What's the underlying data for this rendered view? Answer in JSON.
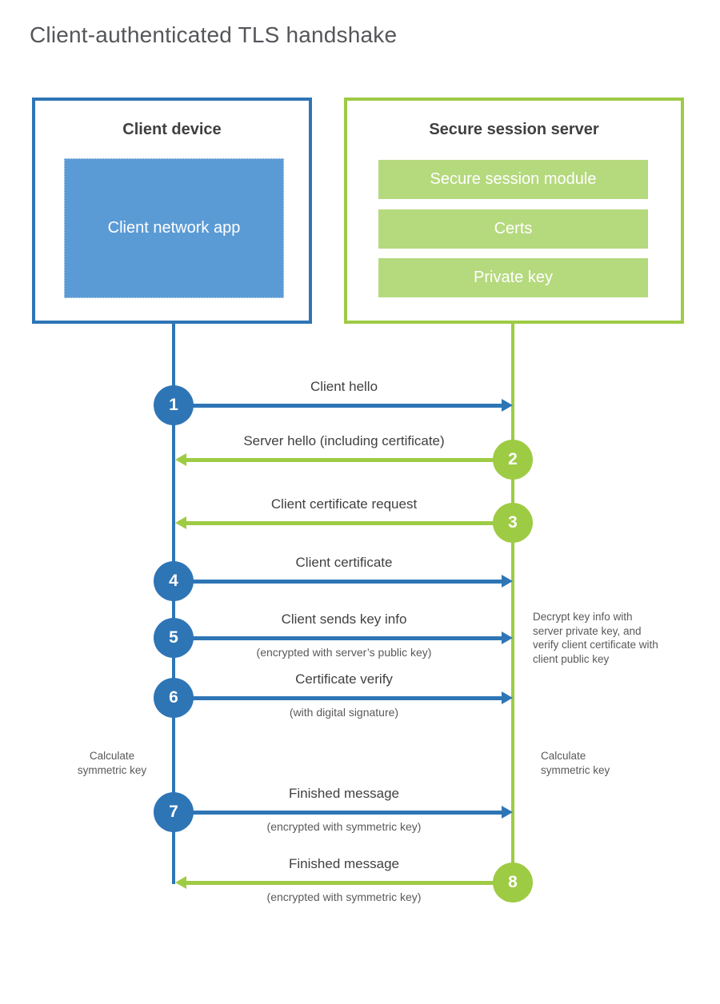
{
  "title": "Client-authenticated TLS handshake",
  "colors": {
    "blue": "#2e75b6",
    "blue_fill": "#5b9bd5",
    "green": "#9ecb44",
    "green_fill": "#b5d97d"
  },
  "client_box": {
    "title": "Client device",
    "app_label": "Client network app"
  },
  "server_box": {
    "title": "Secure session server",
    "modules": [
      "Secure session module",
      "Certs",
      "Private key"
    ]
  },
  "steps": [
    {
      "num": "1",
      "label": "Client hello",
      "sub": ""
    },
    {
      "num": "2",
      "label": "Server hello (including certificate)",
      "sub": ""
    },
    {
      "num": "3",
      "label": "Client certificate request",
      "sub": ""
    },
    {
      "num": "4",
      "label": "Client certificate",
      "sub": ""
    },
    {
      "num": "5",
      "label": "Client sends key info",
      "sub": "(encrypted with server’s public key)"
    },
    {
      "num": "6",
      "label": "Certificate verify",
      "sub": "(with digital signature)"
    },
    {
      "num": "7",
      "label": "Finished message",
      "sub": "(encrypted with symmetric key)"
    },
    {
      "num": "8",
      "label": "Finished message",
      "sub": "(encrypted with symmetric key)"
    }
  ],
  "notes": {
    "calc_left": "Calculate symmetric key",
    "calc_right": "Calculate symmetric key",
    "decrypt": "Decrypt key info with server private key, and verify client certificate with client public key"
  }
}
